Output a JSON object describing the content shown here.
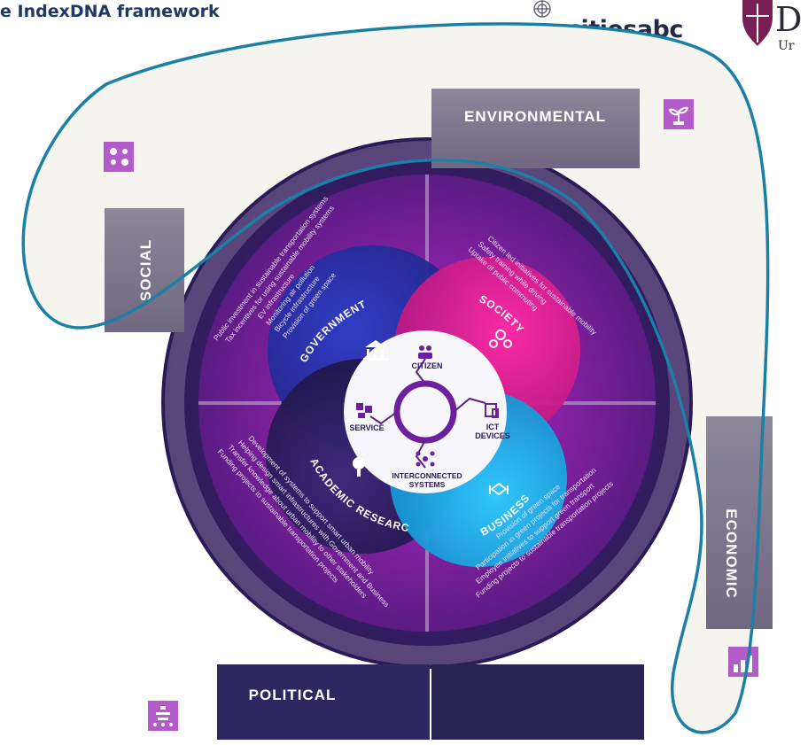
{
  "header": {
    "title": "e IndexDNA framework",
    "logo_text": "citiesabc",
    "university_letter": "D",
    "university_sub": "Ur"
  },
  "pillars": {
    "environmental": "ENVIRONMENTAL",
    "social": "SOCIAL",
    "economic": "ECONOMIC",
    "political": "POLITICAL"
  },
  "icons": {
    "environmental": "plant-sprout-icon",
    "social": "people-network-icon",
    "economic": "bar-chart-icon",
    "political": "hierarchy-people-icon"
  },
  "stakeholders": {
    "government": "GOVERNMENT",
    "society": "SOCIETY",
    "academic": "ACADEMIC RESEARCH",
    "business": "BUSINESS"
  },
  "hub": {
    "citizen": "CITIZEN",
    "ict_line1": "ICT",
    "ict_line2": "DEVICES",
    "service": "SERVICE",
    "systems_line1": "INTERCONNECTED",
    "systems_line2": "SYSTEMS"
  },
  "quadrant_text": {
    "top_left": [
      "Public investment in sustainable transportation systems",
      "Tax incentives for using sustainable mobility systems",
      "EV infrastructure",
      "Monitoring air pollution",
      "Bicycle infrastructure",
      "Provision of green space"
    ],
    "top_right": [
      "Citizen led initiatives for sustainable mobility",
      "Safety training while driving",
      "Uptake of public commuting"
    ],
    "bottom_left": [
      "Development of systems to support smart urban mobility",
      "Helping design smart infrastructures with Government and Business",
      "Transfer knowledge about urban mobility to other stakeholders",
      "Funding projects to sustainable transportation projects"
    ],
    "bottom_right": [
      "Provision of green space",
      "Participation in green projects for transportation",
      "Employee initiatives to support green transport",
      "Funding projects to sustainable transportation projects"
    ]
  },
  "colors": {
    "title": "#1f3864",
    "annotation": "#1b7fa6",
    "panel": "#8a8497",
    "icon_box": "#b35bc8",
    "government": "#2a2f9e",
    "society": "#e0138f",
    "academic": "#2b1b5e",
    "business": "#19b4e8"
  }
}
